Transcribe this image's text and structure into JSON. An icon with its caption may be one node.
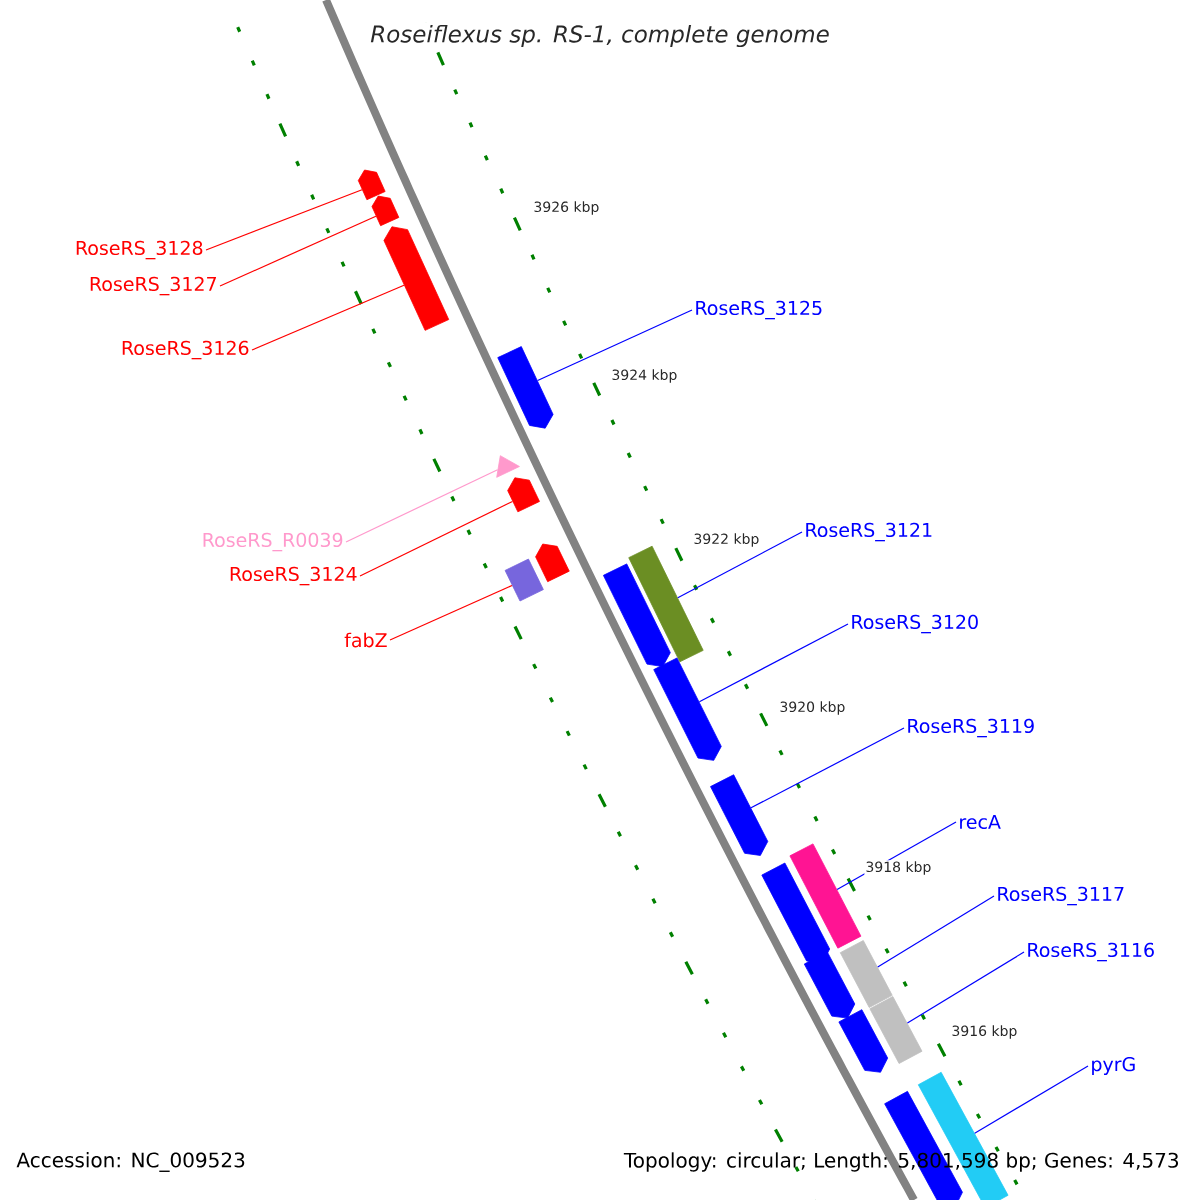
{
  "diagram": {
    "title": "Roseiflexus sp. RS-1, complete genome",
    "nodes": [
      {
        "text": [
          "RoseRS_3128"
        ]
      },
      {
        "text": [
          "RoseRS_3127"
        ]
      },
      {
        "text": [
          "RoseRS_3126"
        ]
      },
      {
        "text": [
          "RoseRS_R0039"
        ]
      },
      {
        "text": [
          "RoseRS_3124"
        ]
      },
      {
        "text": [
          "fabZ"
        ]
      },
      {
        "text": [
          "RoseRS_3125"
        ]
      },
      {
        "text": [
          "RoseRS_3121"
        ]
      },
      {
        "text": [
          "RoseRS_3120"
        ]
      },
      {
        "text": [
          "RoseRS_3119"
        ]
      },
      {
        "text": [
          "recA"
        ]
      },
      {
        "text": [
          "RoseRS_3117"
        ]
      },
      {
        "text": [
          "RoseRS_3116"
        ]
      },
      {
        "text": [
          "pyrG"
        ]
      },
      {
        "text": [],
        "shape": "arrow"
      },
      {
        "text": [],
        "shape": "arrow"
      },
      {
        "text": [],
        "shape": "arrow"
      },
      {
        "text": [],
        "shape": "arrow"
      },
      {
        "text": [],
        "shape": "triangle"
      },
      {
        "text": [],
        "shape": "arrow"
      },
      {
        "text": [],
        "shape": "arrow"
      },
      {
        "text": [],
        "shape": "box"
      },
      {
        "text": [],
        "shape": "box"
      },
      {
        "text": [],
        "shape": "arrow"
      },
      {
        "text": [],
        "shape": "arrow"
      },
      {
        "text": [],
        "shape": "arrow"
      },
      {
        "text": [],
        "shape": "box"
      },
      {
        "text": [],
        "shape": "arrow"
      },
      {
        "text": [],
        "shape": "box"
      },
      {
        "text": [],
        "shape": "arrow"
      },
      {
        "text": [],
        "shape": "box"
      },
      {
        "text": [],
        "shape": "arrow"
      },
      {
        "text": [],
        "shape": "box"
      },
      {
        "text": [],
        "shape": "arrow"
      }
    ],
    "edges": [
      {
        "from": 0,
        "to": 14,
        "arrow": "none",
        "color": "#ff0000"
      },
      {
        "from": 1,
        "to": 15,
        "arrow": "none",
        "color": "#ff0000"
      },
      {
        "from": 2,
        "to": 16,
        "arrow": "none",
        "color": "#ff0000"
      },
      {
        "from": 3,
        "to": 18,
        "arrow": "none",
        "color": "#ff99cc"
      },
      {
        "from": 4,
        "to": 19,
        "arrow": "none",
        "color": "#ff0000"
      },
      {
        "from": 5,
        "to": 21,
        "arrow": "none",
        "color": "#ff0000"
      },
      {
        "from": 6,
        "to": 17,
        "arrow": "none"
      },
      {
        "from": 7,
        "to": 22,
        "arrow": "none"
      },
      {
        "from": 8,
        "to": 24,
        "arrow": "none"
      },
      {
        "from": 9,
        "to": 25,
        "arrow": "none"
      },
      {
        "from": 10,
        "to": 26,
        "arrow": "none"
      },
      {
        "from": 11,
        "to": 28,
        "arrow": "none"
      },
      {
        "from": 12,
        "to": 30,
        "arrow": "none"
      },
      {
        "from": 13,
        "to": 32,
        "arrow": "none"
      }
    ],
    "labels": [
      "3926 kbp",
      "3924 kbp",
      "3922 kbp",
      "3920 kbp",
      "3918 kbp",
      "3916 kbp",
      "Accession: NC_009523",
      "Topology: circular; Length: 5,801,598 bp; Genes: 4,573"
    ]
  }
}
